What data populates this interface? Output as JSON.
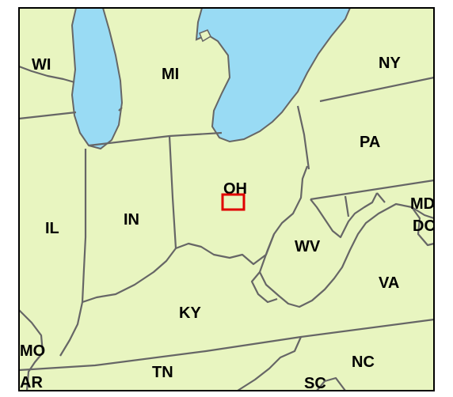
{
  "map": {
    "colors": {
      "land": "#e8f5c0",
      "water": "#99dbf4",
      "border": "#666666",
      "frame": "#000000",
      "marker": "#e00000"
    },
    "states": {
      "wi": "WI",
      "mi": "MI",
      "ny": "NY",
      "pa": "PA",
      "oh": "OH",
      "md": "MD",
      "dc": "DC",
      "il": "IL",
      "in": "IN",
      "wv": "WV",
      "va": "VA",
      "ky": "KY",
      "mo": "MO",
      "nc": "NC",
      "tn": "TN",
      "ar": "AR",
      "sc": "SC"
    }
  }
}
